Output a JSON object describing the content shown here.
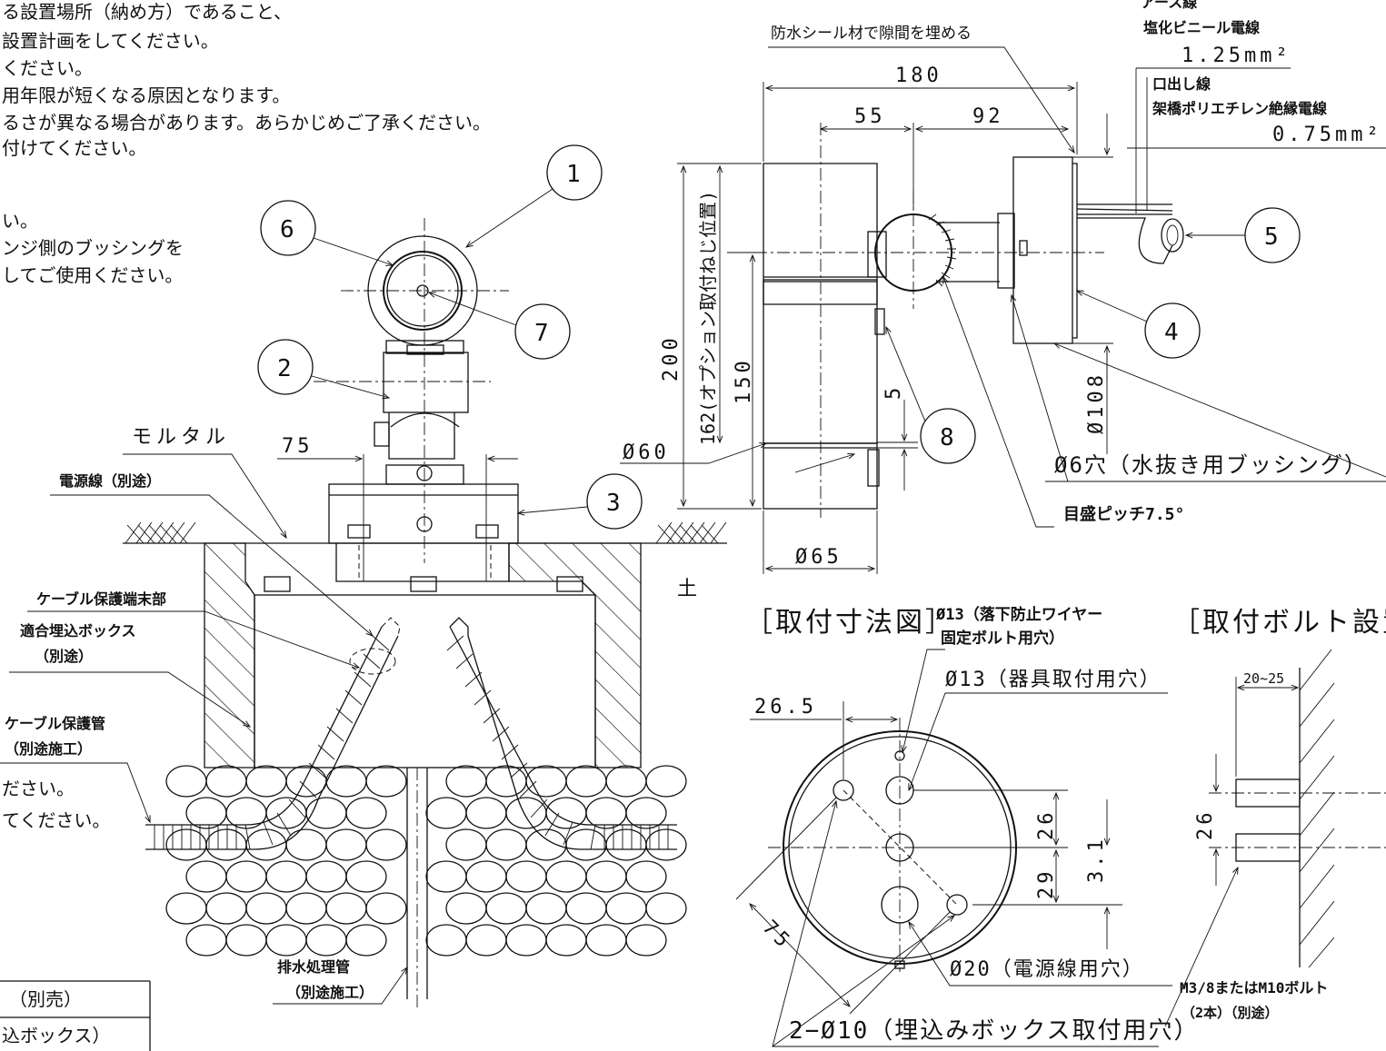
{
  "notes_top": [
    "る設置場所（納め方）であること、",
    "設置計画をしてください。",
    "ください。",
    "用年限が短くなる原因となります。",
    "るさが異なる場合があります。あらかじめご了承ください。",
    "付けてください。"
  ],
  "notes_mid": [
    "い。",
    "ンジ側のブッシングを",
    "してご使用ください。"
  ],
  "notes_low": [
    "ださい。",
    "てください。"
  ],
  "bottom_table": {
    "row1": "（別売）",
    "row2": "込ボックス）"
  },
  "callouts": [
    "1",
    "2",
    "3",
    "4",
    "5",
    "6",
    "7",
    "8"
  ],
  "left_view": {
    "mortar": "モルタル",
    "power_line": "電源線（別途）",
    "cable_end": "ケーブル保護端末部",
    "box": "適合埋込ボックス",
    "box_sub": "（別途）",
    "cable_pipe": "ケーブル保護管",
    "cable_pipe_sub": "（別途施工）",
    "drain": "排水処理管",
    "drain_sub": "（別途施工）",
    "dim_75": "75",
    "soil": "土"
  },
  "right_view": {
    "seal": "防水シール材で隙間を埋める",
    "earth": "アース線",
    "vinyl": "塩化ビニール電線",
    "vinyl_size": "1.25mm²",
    "lead": "口出し線",
    "xlpe": "架橋ポリエチレン絶縁電線",
    "xlpe_size": "0.75mm²",
    "dim_180": "180",
    "dim_55": "55",
    "dim_92": "92",
    "dim_200": "200",
    "dim_162": "162(オプション取付ねじ位置)",
    "dim_150": "150",
    "dim_5": "5",
    "dim_60": "Ø60",
    "dim_65": "Ø65",
    "dim_108": "Ø108",
    "drain_hole": "Ø6穴（水抜き用ブッシング）",
    "pitch": "目盛ピッチ7.5°"
  },
  "mount_dim": {
    "title": "［取付寸法図］",
    "hole13a": "Ø13（落下防止ワイヤー",
    "hole13a_sub": "固定ボルト用穴）",
    "hole13": "Ø13（器具取付用穴）",
    "dim_265": "26.5",
    "dim_26": "26",
    "dim_29": "29",
    "dim_31": "3.1",
    "dim_75": "75",
    "hole20": "Ø20（電源線用穴）",
    "hole10": "2−Ø10（埋込みボックス取付用穴）"
  },
  "bolt_view": {
    "title": "［取付ボルト設置図",
    "dim_2025": "20~25",
    "dim_26": "26",
    "bolt": "M3/8またはM10ボルト",
    "bolt_sub": "（2本）（別途）"
  }
}
